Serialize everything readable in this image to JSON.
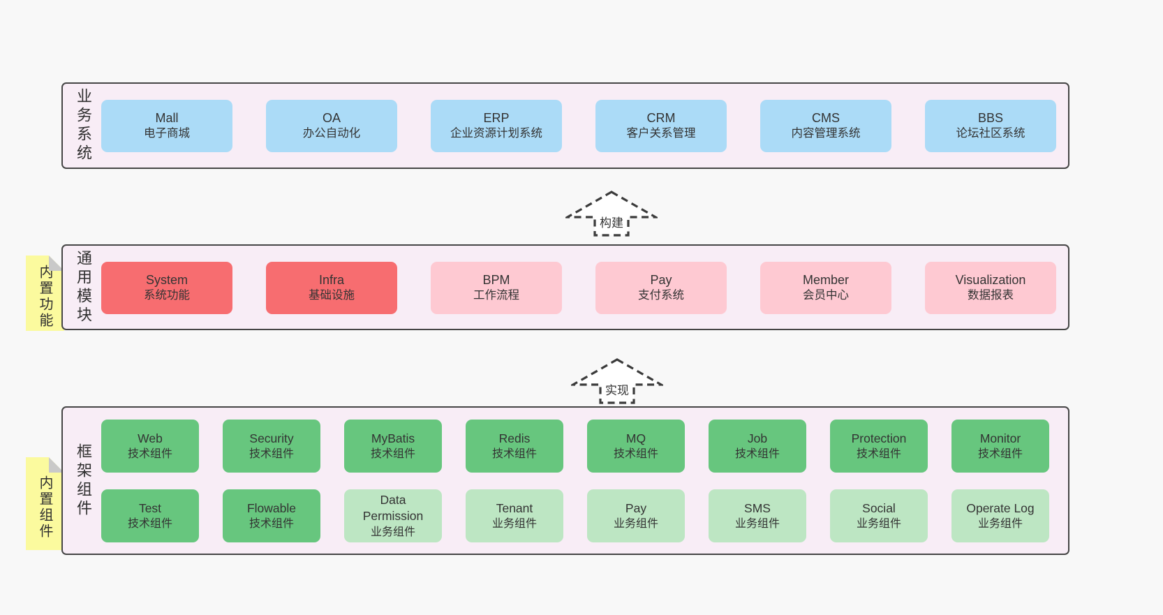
{
  "colors": {
    "page_bg": "#f8f8f8",
    "panel_bg": "#f8edf6",
    "panel_border": "#454545",
    "blue": "#abdbf7",
    "red": "#f76d70",
    "pink": "#fec9d2",
    "green_dark": "#67c67e",
    "green_light": "#bde6c3",
    "sticky_yellow": "#fbfa9e",
    "fold_gray": "#c9c9c9",
    "text": "#333333",
    "arrow_stroke": "#3b3b3b"
  },
  "diagram": {
    "sections": {
      "business": {
        "label": "业务系统",
        "boxes": [
          {
            "name": "Mall",
            "desc": "电子商城"
          },
          {
            "name": "OA",
            "desc": "办公自动化"
          },
          {
            "name": "ERP",
            "desc": "企业资源计划系统"
          },
          {
            "name": "CRM",
            "desc": "客户关系管理"
          },
          {
            "name": "CMS",
            "desc": "内容管理系统"
          },
          {
            "name": "BBS",
            "desc": "论坛社区系统"
          }
        ]
      },
      "modules": {
        "label": "通用模块",
        "sticky": "内置功能",
        "boxes": [
          {
            "name": "System",
            "desc": "系统功能"
          },
          {
            "name": "Infra",
            "desc": "基础设施"
          },
          {
            "name": "BPM",
            "desc": "工作流程"
          },
          {
            "name": "Pay",
            "desc": "支付系统"
          },
          {
            "name": "Member",
            "desc": "会员中心"
          },
          {
            "name": "Visualization",
            "desc": "数据报表"
          }
        ]
      },
      "framework": {
        "label": "框架组件",
        "sticky": "内置组件",
        "row1": [
          {
            "name": "Web",
            "desc": "技术组件"
          },
          {
            "name": "Security",
            "desc": "技术组件"
          },
          {
            "name": "MyBatis",
            "desc": "技术组件"
          },
          {
            "name": "Redis",
            "desc": "技术组件"
          },
          {
            "name": "MQ",
            "desc": "技术组件"
          },
          {
            "name": "Job",
            "desc": "技术组件"
          },
          {
            "name": "Protection",
            "desc": "技术组件"
          },
          {
            "name": "Monitor",
            "desc": "技术组件"
          }
        ],
        "row2": [
          {
            "name": "Test",
            "desc": "技术组件"
          },
          {
            "name": "Flowable",
            "desc": "技术组件"
          },
          {
            "name": "Data Permission",
            "desc": "业务组件"
          },
          {
            "name": "Tenant",
            "desc": "业务组件"
          },
          {
            "name": "Pay",
            "desc": "业务组件"
          },
          {
            "name": "SMS",
            "desc": "业务组件"
          },
          {
            "name": "Social",
            "desc": "业务组件"
          },
          {
            "name": "Operate Log",
            "desc": "业务组件"
          }
        ]
      }
    },
    "arrows": [
      {
        "label": "构建"
      },
      {
        "label": "实现"
      }
    ]
  }
}
